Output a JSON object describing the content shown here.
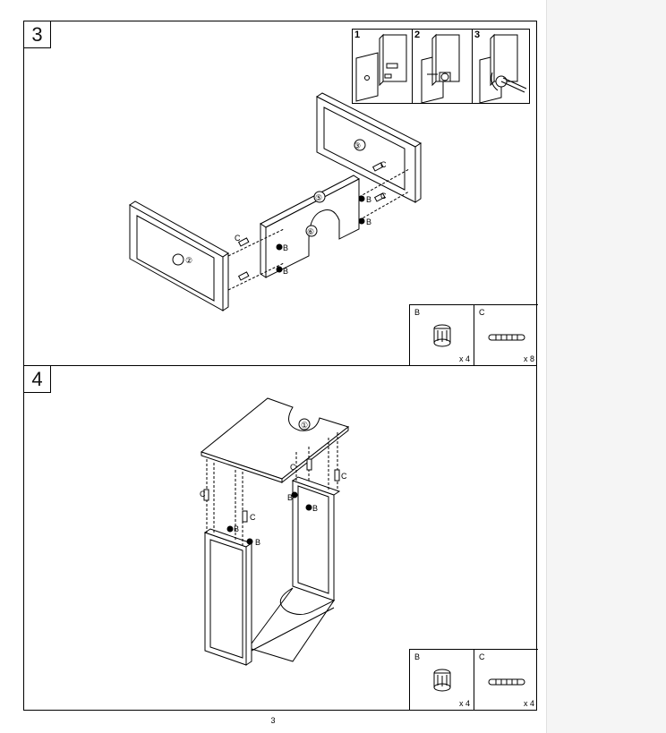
{
  "steps": [
    {
      "number": "3",
      "detail_labels": [
        "1",
        "2",
        "3"
      ],
      "panel_labels": [
        "②",
        "③",
        "⑤",
        "⑥"
      ],
      "callouts": [
        "B",
        "C"
      ],
      "parts": [
        {
          "label": "B",
          "qty": "x 4"
        },
        {
          "label": "C",
          "qty": "x 8"
        }
      ]
    },
    {
      "number": "4",
      "panel_labels": [
        "①"
      ],
      "callouts": [
        "B",
        "C"
      ],
      "parts": [
        {
          "label": "B",
          "qty": "x 4"
        },
        {
          "label": "C",
          "qty": "x 4"
        }
      ]
    }
  ],
  "page_number": "3"
}
